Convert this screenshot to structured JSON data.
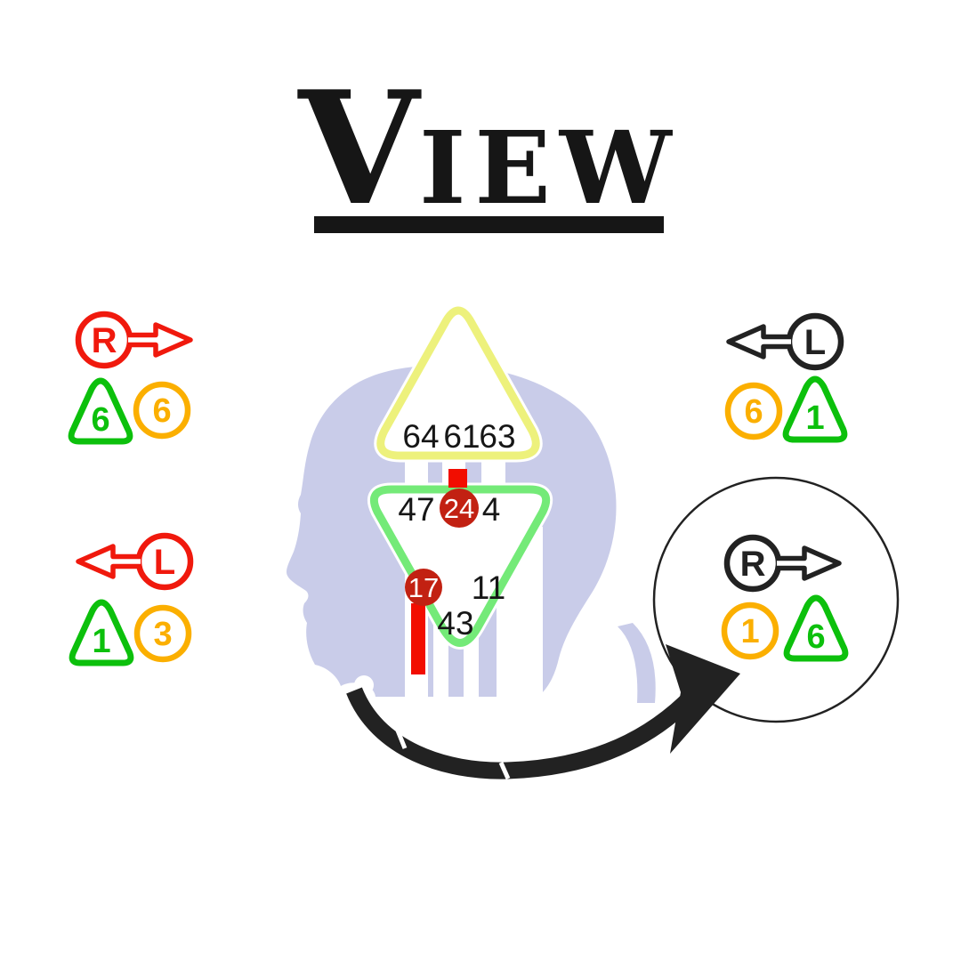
{
  "title": {
    "full": "View",
    "initial": "V",
    "rest": "IEW"
  },
  "legend": {
    "top_left": {
      "key_letter": "R",
      "key_direction": "right",
      "shapes": [
        {
          "kind": "triangle",
          "value": "6"
        },
        {
          "kind": "circle",
          "value": "6"
        }
      ]
    },
    "bottom_left": {
      "key_letter": "L",
      "key_direction": "left",
      "shapes": [
        {
          "kind": "triangle",
          "value": "1"
        },
        {
          "kind": "circle",
          "value": "3"
        }
      ]
    },
    "top_right": {
      "key_letter": "L",
      "key_direction": "left",
      "shapes": [
        {
          "kind": "circle",
          "value": "6"
        },
        {
          "kind": "triangle",
          "value": "1"
        }
      ]
    },
    "result_circle": {
      "key_letter": "R",
      "key_direction": "right",
      "shapes": [
        {
          "kind": "circle",
          "value": "1"
        },
        {
          "kind": "triangle",
          "value": "6"
        }
      ]
    }
  },
  "bodygraph": {
    "head_center_gates": [
      {
        "id": "64"
      },
      {
        "id": "61"
      },
      {
        "id": "63"
      }
    ],
    "ajna_gates": [
      {
        "id": "47"
      },
      {
        "id": "24",
        "activated": true
      },
      {
        "id": "4"
      },
      {
        "id": "17",
        "activated": true
      },
      {
        "id": "11"
      },
      {
        "id": "43"
      }
    ]
  },
  "colors": {
    "red": "#f0190d",
    "orange": "#fbaf00",
    "green": "#0cc00c",
    "black": "#222222",
    "gate_red": "#c22112",
    "channel_red": "#f20d00",
    "head_lavender": "#c9cce9",
    "head_center_yellow": "#edf17c",
    "ajna_green": "#74ea78",
    "ink": "#161616"
  }
}
